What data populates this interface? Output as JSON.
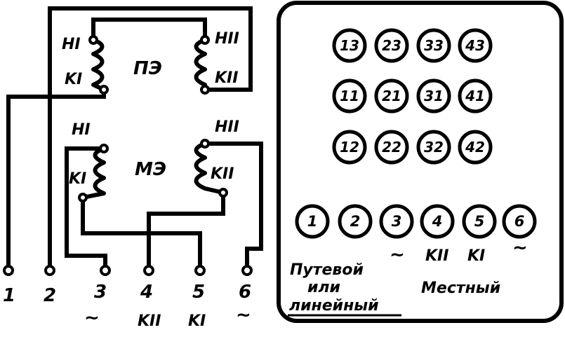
{
  "coil_labels": {
    "pe": "ПЭ",
    "me": "МЭ",
    "pe_n1": "HI",
    "pe_k1": "KI",
    "pe_n2": "HII",
    "pe_k2": "KII",
    "me_n1": "HI",
    "me_k1": "KI",
    "me_n2": "HII",
    "me_k2": "KII"
  },
  "terminals": [
    {
      "num": "1",
      "sub": ""
    },
    {
      "num": "2",
      "sub": ""
    },
    {
      "num": "3",
      "sub": "~"
    },
    {
      "num": "4",
      "sub": "KII"
    },
    {
      "num": "5",
      "sub": "KI"
    },
    {
      "num": "6",
      "sub": "~"
    }
  ],
  "panel": {
    "sockets": [
      [
        "13",
        "23",
        "33",
        "43"
      ],
      [
        "11",
        "21",
        "31",
        "41"
      ],
      [
        "12",
        "22",
        "32",
        "42"
      ]
    ],
    "plugs": [
      "1",
      "2",
      "3",
      "4",
      "5",
      "6"
    ],
    "plug_marks": {
      "p3": "~",
      "p4": "KII",
      "p5": "KI",
      "p6": "~"
    },
    "label_left_1": "Путевой",
    "label_left_2": "или",
    "label_left_3": "линейный",
    "label_right": "Местный"
  }
}
